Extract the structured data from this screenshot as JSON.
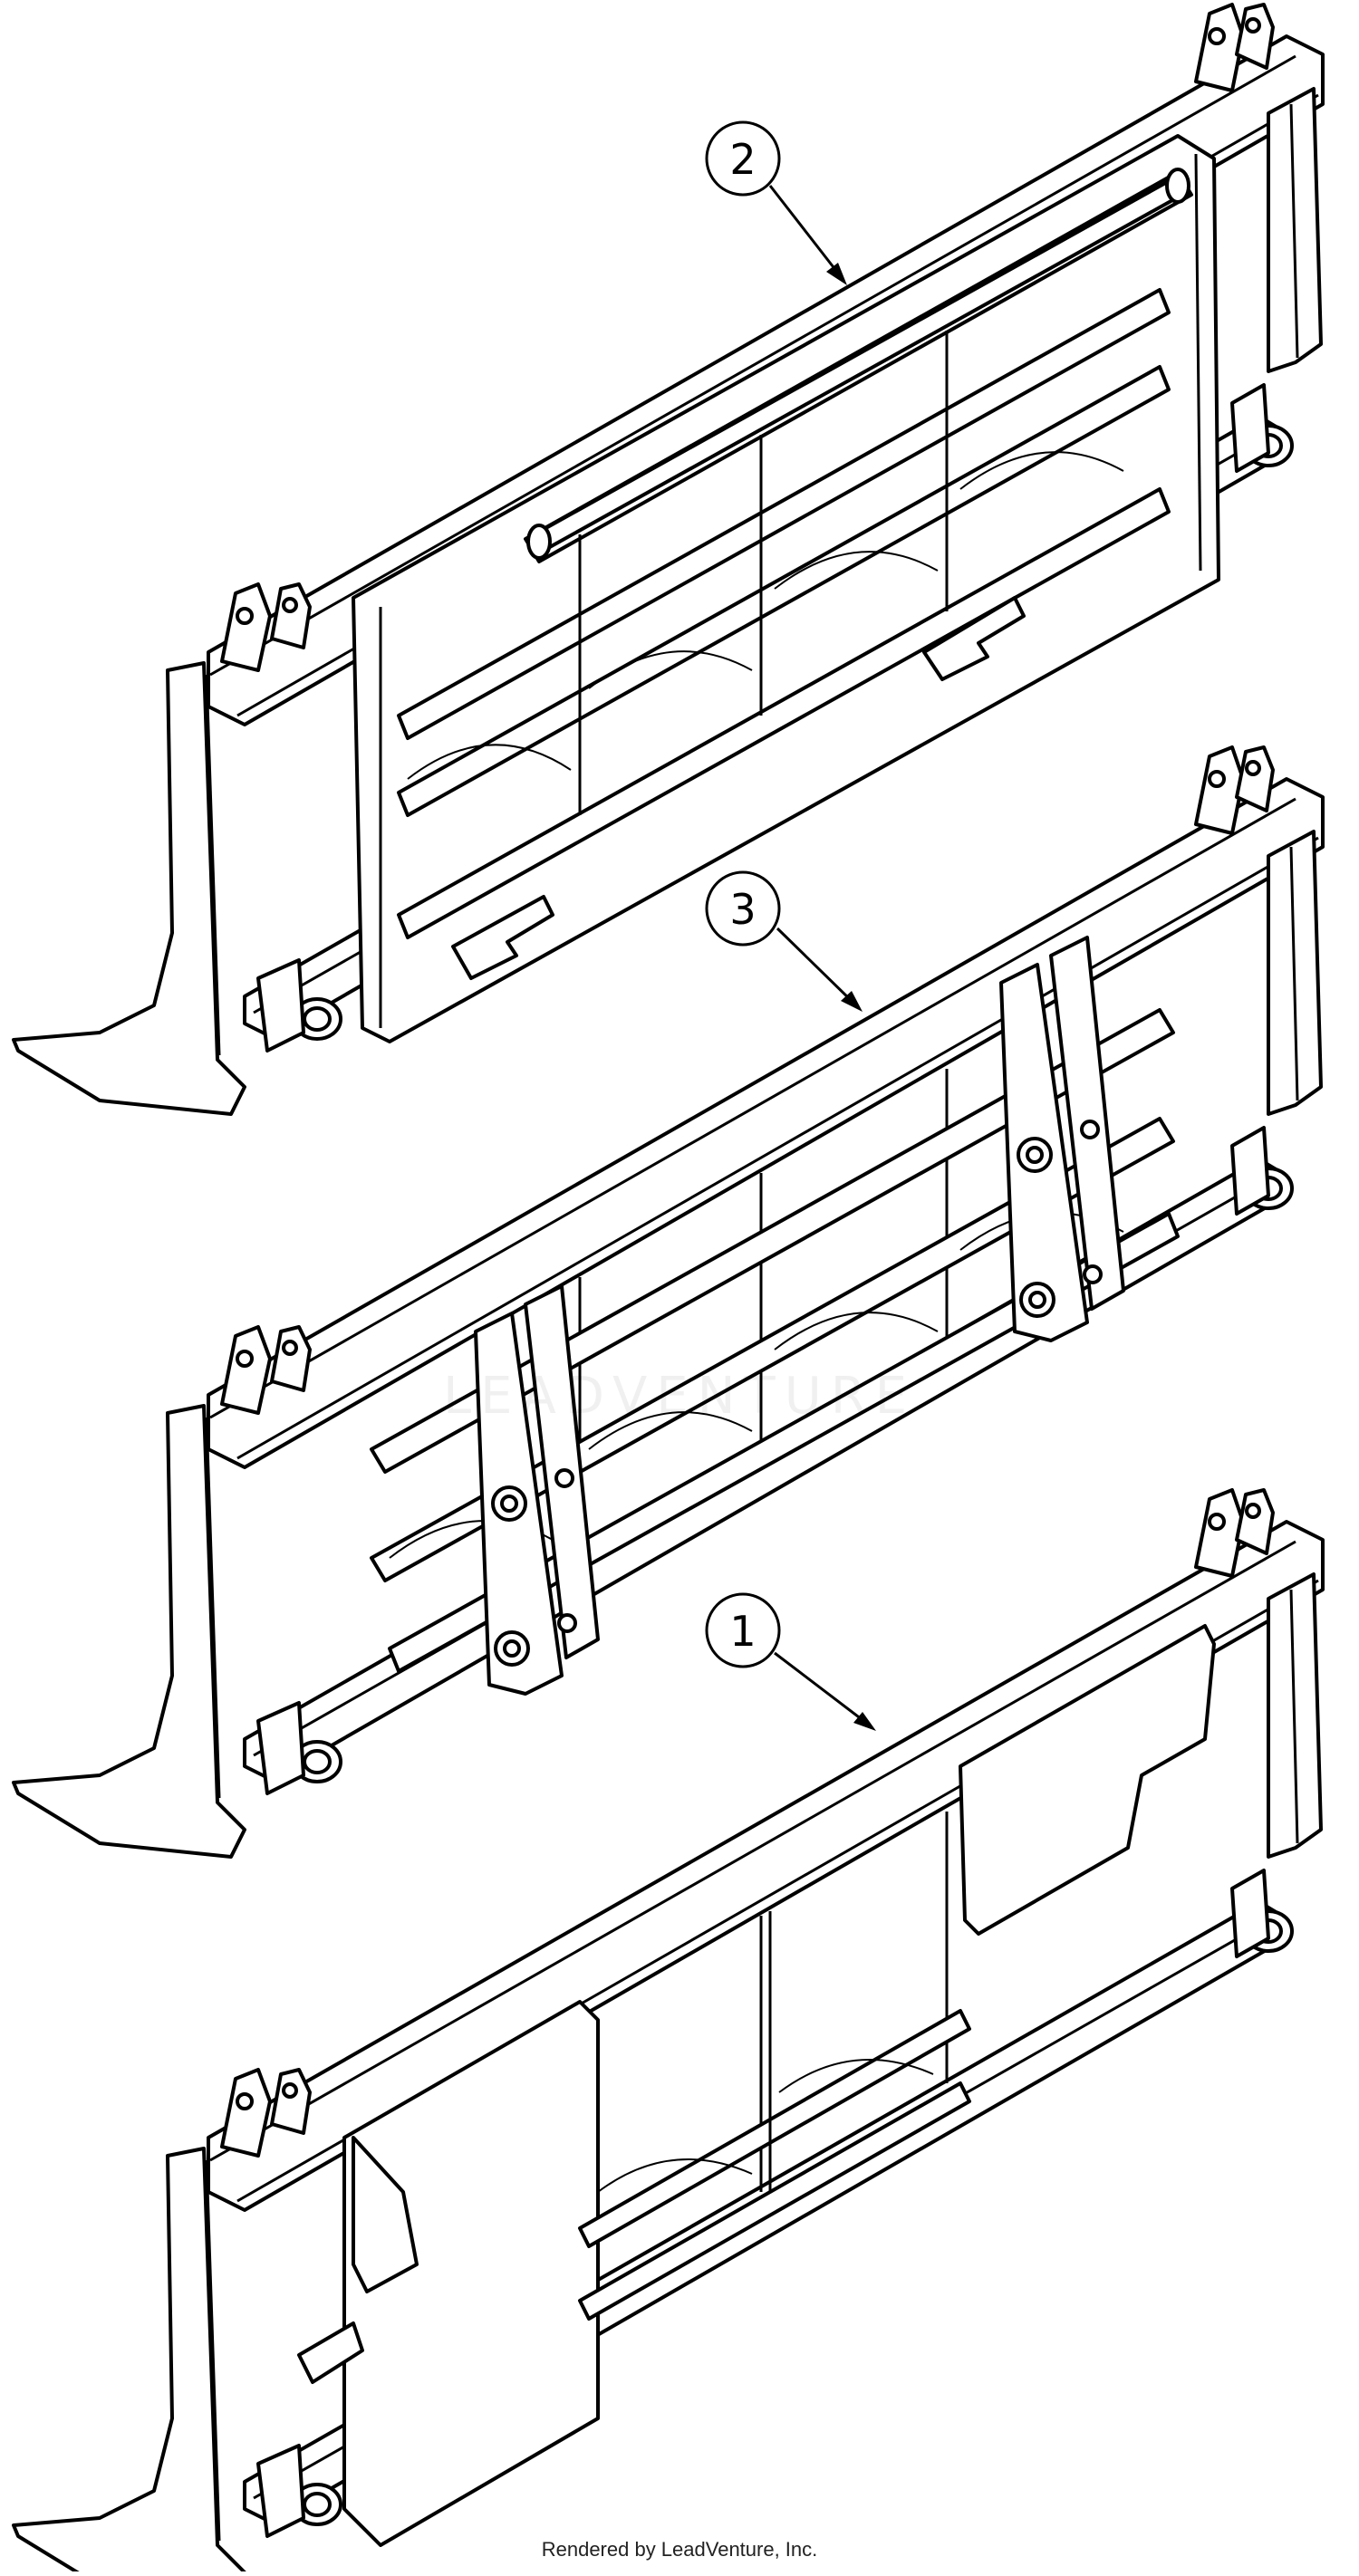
{
  "diagram": {
    "callouts": [
      {
        "id": "callout-2",
        "label": "2"
      },
      {
        "id": "callout-3",
        "label": "3"
      },
      {
        "id": "callout-1",
        "label": "1"
      }
    ],
    "watermark": "LEADVENTURE",
    "footer": "Rendered by LeadVenture, Inc."
  }
}
